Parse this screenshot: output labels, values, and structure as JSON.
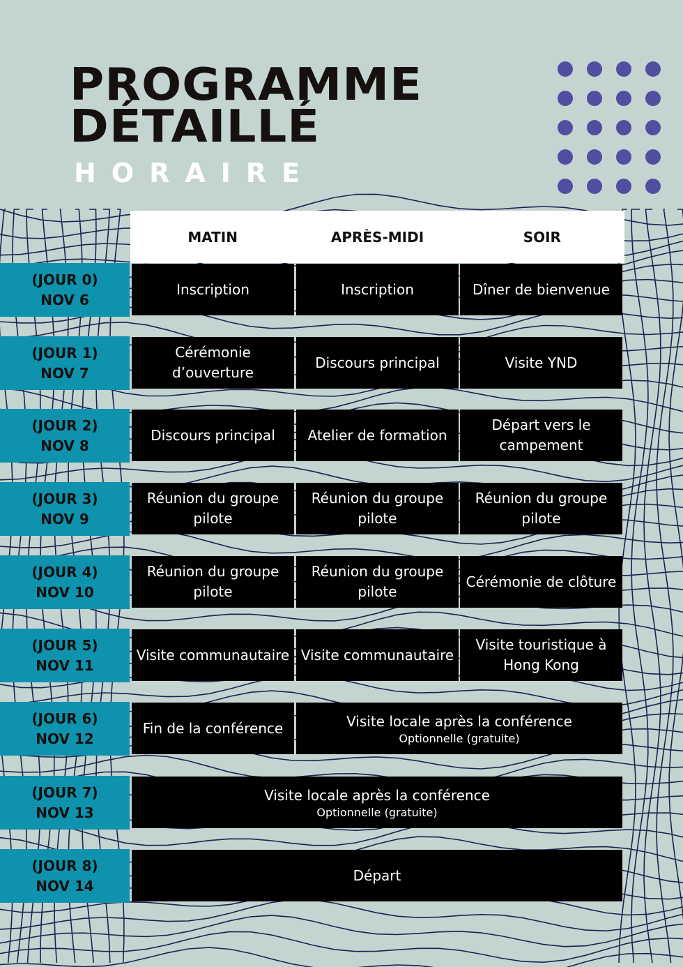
{
  "header": {
    "title_line1": "PROGRAMME",
    "title_line2": "DÉTAILLÉ",
    "subtitle": "HORAIRE"
  },
  "colors": {
    "background": "#c4d4d0",
    "day_label": "#0f92ad",
    "dots": "#4f4ea0",
    "lines": "#1c2350",
    "cell": "#000000"
  },
  "columns": [
    "MATIN",
    "APRÈS-MIDI",
    "SOIR"
  ],
  "days": [
    {
      "day": "(JOUR 0)",
      "date": "NOV 6",
      "cells": [
        {
          "text": "Inscription"
        },
        {
          "text": "Inscription"
        },
        {
          "text": "Dîner de bienvenue"
        }
      ]
    },
    {
      "day": "(JOUR 1)",
      "date": "NOV 7",
      "cells": [
        {
          "text": "Cérémonie d’ouverture"
        },
        {
          "text": "Discours principal"
        },
        {
          "text": "Visite YND"
        }
      ]
    },
    {
      "day": "(JOUR 2)",
      "date": "NOV 8",
      "cells": [
        {
          "text": "Discours principal"
        },
        {
          "text": "Atelier de formation"
        },
        {
          "text": "Départ vers le campement"
        }
      ]
    },
    {
      "day": "(JOUR 3)",
      "date": "NOV 9",
      "cells": [
        {
          "text": "Réunion du groupe pilote"
        },
        {
          "text": "Réunion du groupe pilote"
        },
        {
          "text": "Réunion du groupe pilote"
        }
      ]
    },
    {
      "day": "(JOUR 4)",
      "date": "NOV 10",
      "cells": [
        {
          "text": "Réunion du groupe pilote"
        },
        {
          "text": "Réunion du groupe pilote"
        },
        {
          "text": "Cérémonie de clôture"
        }
      ]
    },
    {
      "day": "(JOUR 5)",
      "date": "NOV 11",
      "cells": [
        {
          "text": "Visite communautaire"
        },
        {
          "text": "Visite communautaire"
        },
        {
          "text": "Visite touristique à Hong Kong"
        }
      ]
    },
    {
      "day": "(JOUR 6)",
      "date": "NOV 12",
      "cells": [
        {
          "text": "Fin de la conférence"
        },
        {
          "text": "Visite locale après la conférence",
          "sub": "Optionnelle (gratuite)",
          "span": 2
        }
      ]
    },
    {
      "day": "(JOUR 7)",
      "date": "NOV 13",
      "cells": [
        {
          "text": "Visite locale après la conférence",
          "sub": "Optionnelle (gratuite)",
          "span": 3
        }
      ]
    },
    {
      "day": "(JOUR 8)",
      "date": "NOV 14",
      "cells": [
        {
          "text": "Départ",
          "span": 3
        }
      ]
    }
  ]
}
